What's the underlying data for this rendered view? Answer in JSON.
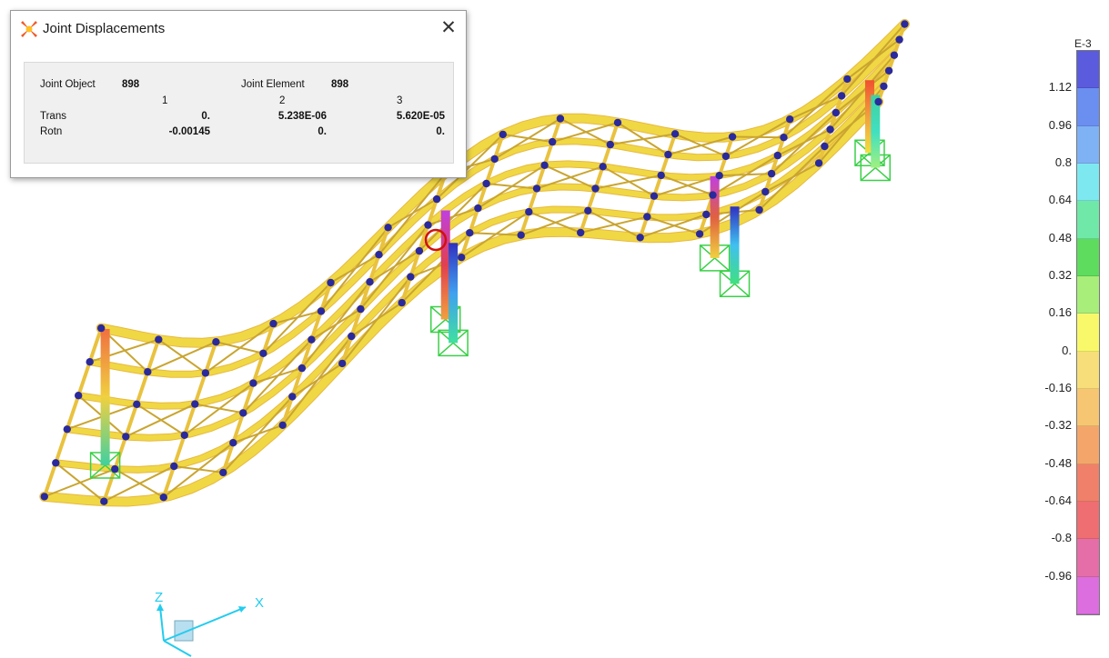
{
  "dialog": {
    "title": "Joint Displacements",
    "close_symbol": "✕",
    "icon": "app-logo-icon",
    "joint_object_label": "Joint Object",
    "joint_object_value": "898",
    "joint_element_label": "Joint Element",
    "joint_element_value": "898",
    "columns": [
      "1",
      "2",
      "3"
    ],
    "rows": [
      {
        "label": "Trans",
        "values": [
          "0.",
          "5.238E-06",
          "5.620E-05"
        ]
      },
      {
        "label": "Rotn",
        "values": [
          "-0.00145",
          "0.",
          "0."
        ]
      }
    ]
  },
  "legend": {
    "exponent": "E-3",
    "ticks": [
      "1.12",
      "0.96",
      "0.8",
      "0.64",
      "0.48",
      "0.32",
      "0.16",
      "0.",
      "-0.16",
      "-0.32",
      "-0.48",
      "-0.64",
      "-0.8",
      "-0.96"
    ],
    "colors": [
      "#5b5bdd",
      "#6b8ff0",
      "#7fb2f5",
      "#7ee8f0",
      "#70e8a8",
      "#5ddc5d",
      "#a8ee7a",
      "#f8f86a",
      "#f7de7a",
      "#f7c672",
      "#f4a66a",
      "#f0806a",
      "#ee6e72",
      "#e56ea8",
      "#dc6ee0"
    ]
  },
  "axes": {
    "x_label": "X",
    "z_label": "Z"
  },
  "colors": {
    "structure": "#f0d844",
    "joint": "#2a2a9c",
    "support": "#3ad048",
    "selection": "#d01010"
  }
}
